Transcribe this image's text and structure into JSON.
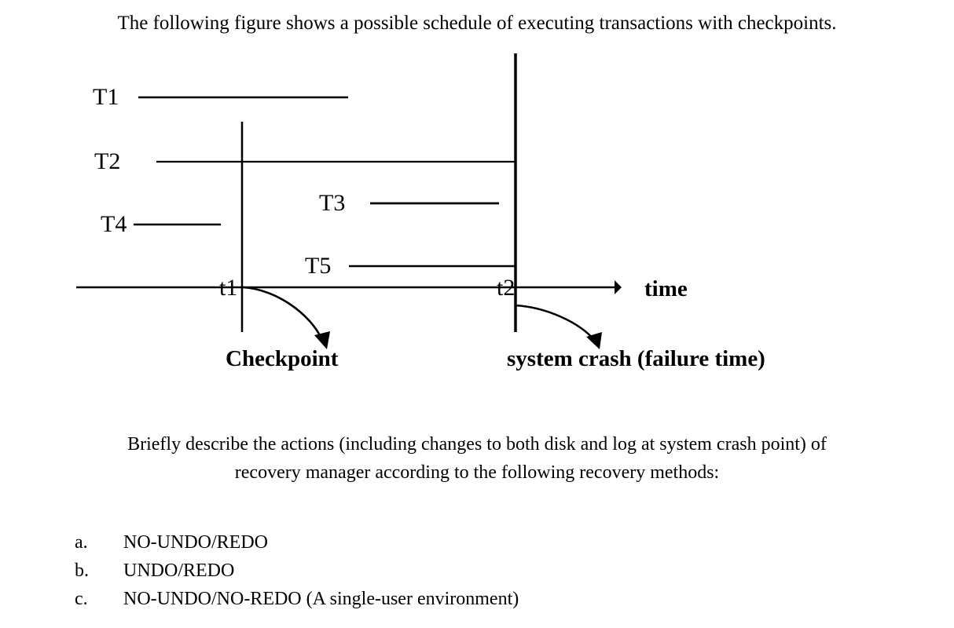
{
  "intro": {
    "text": "The following figure shows a possible schedule of executing transactions with checkpoints."
  },
  "figure": {
    "axis_label": "time",
    "checkpoint_label": "Checkpoint",
    "crash_label": "system crash (failure time)",
    "tick_t1": "t1",
    "tick_t2": "t2",
    "transactions": [
      {
        "id": "T1",
        "label": "T1"
      },
      {
        "id": "T2",
        "label": "T2"
      },
      {
        "id": "T3",
        "label": "T3"
      },
      {
        "id": "T4",
        "label": "T4"
      },
      {
        "id": "T5",
        "label": "T5"
      }
    ]
  },
  "prompt": {
    "line1": "Briefly describe the actions (including changes to both disk and log at system crash point) of",
    "line2": "recovery manager according to the following recovery methods:"
  },
  "methods": [
    {
      "marker": "a.",
      "text": "NO-UNDO/REDO"
    },
    {
      "marker": "b.",
      "text": "UNDO/REDO"
    },
    {
      "marker": "c.",
      "text": "NO-UNDO/NO-REDO (A single-user environment)"
    }
  ],
  "colors": {
    "ink": "#000000",
    "page": "#ffffff"
  }
}
